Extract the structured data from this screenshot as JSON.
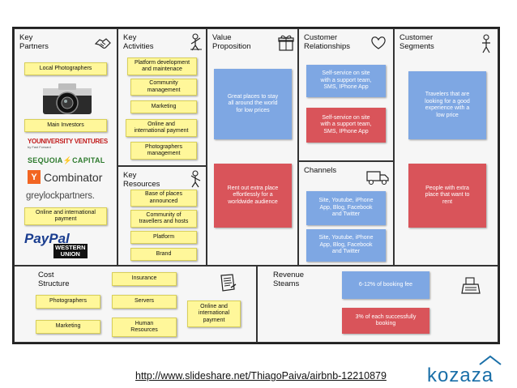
{
  "blocks": {
    "key_partners": {
      "title": "Key\nPartners"
    },
    "key_activities": {
      "title": "Key\nActivities"
    },
    "key_resources": {
      "title": "Key\nResources"
    },
    "value_proposition": {
      "title": "Value\nProposition"
    },
    "customer_relationships": {
      "title": "Customer\nRelationships"
    },
    "channels": {
      "title": "Channels"
    },
    "customer_segments": {
      "title": "Customer\nSegments"
    },
    "cost_structure": {
      "title": "Cost\nStructure"
    },
    "revenue_streams": {
      "title": "Revenue\nSteams"
    }
  },
  "notes": {
    "partners": [
      "Local Photographers",
      "Main Investors",
      "Online and international\npayment"
    ],
    "activities": [
      "Platform development\nand maintenace",
      "Community\nmanagement",
      "Marketing",
      "Online and\ninternational payment",
      "Photographers\nmanagement"
    ],
    "resources": [
      "Base of places\nannounced",
      "Community of\ntravellers and hosts",
      "Platform",
      "Brand"
    ],
    "value": [
      "Great places to stay\nall around the world\nfor low prices",
      "Rent out extra place\neffortlessly for a\nworldwide audience"
    ],
    "relationships": [
      "Self-service on site\nwith a support team,\nSMS, IPhone App",
      "Self-service on site\nwith a support team,\nSMS, IPhone App"
    ],
    "channels": [
      "Site, Youtube, iPhone\nApp, Blog, Facebook\nand Twitter",
      "Site, Youtube, iPhone\nApp, Blog, Facebook\nand Twitter"
    ],
    "segments": [
      "Travelers that are\nlooking for a good\nexperience with a\nlow price",
      "People with extra\nplace that want to\nrent"
    ],
    "costs": [
      "Insurance",
      "Photographers",
      "Servers",
      "Online and\ninternational\npayment",
      "Marketing",
      "Human\nResources"
    ],
    "revenue": [
      "6-12% of booking fee",
      "3% of each successfully\nbooking"
    ]
  },
  "logos": {
    "youniversity": "YOUNIVERSITY VENTURES",
    "youniversity_sub": "by Fast Forward",
    "sequoia": "SEQUOIA⚡CAPITAL",
    "ycombinator_mark": "Y",
    "ycombinator": "Combinator",
    "greylock": "greylockpartners.",
    "paypal": "PayPal",
    "western": "WESTERN",
    "union": "UNION"
  },
  "icons": [
    "handshake-icon",
    "worker-icon",
    "gift-icon",
    "heart-icon",
    "person-icon",
    "factory-icon",
    "truck-icon",
    "receipt-icon",
    "cash-register-icon",
    "camera-icon"
  ],
  "footer": {
    "url": "http://www.slideshare.net/ThiagoPaiva/airbnb-12210879",
    "brand": "kozaza"
  },
  "colors": {
    "yellow_note": "#fff79a",
    "blue_note": "#7ea7e3",
    "red_note": "#d9545a",
    "brand": "#1a6fa8"
  }
}
